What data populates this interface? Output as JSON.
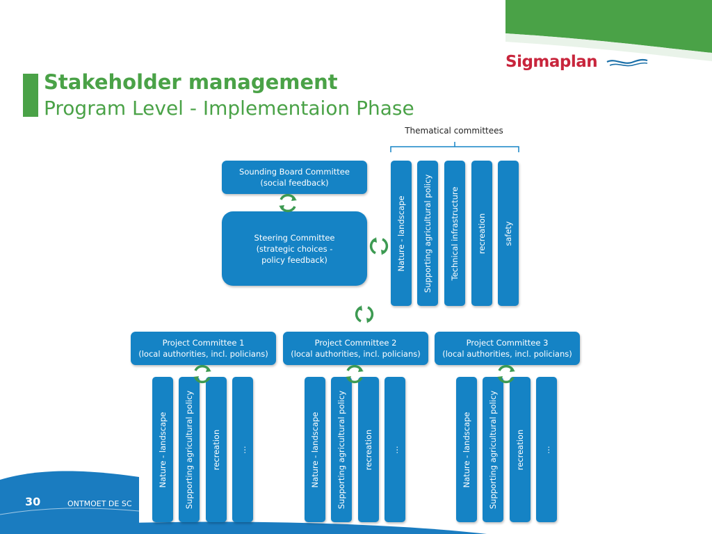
{
  "slide": {
    "title": "Stakeholder management",
    "subtitle": "Program Level - Implementaion Phase",
    "logo_text": "Sigmaplan",
    "page_number": "30",
    "footer_text": "ONTMOET DE SCHELDE",
    "colors": {
      "green": "#4aa247",
      "blue": "#1583c5",
      "logo_red": "#c8253c",
      "footer_blue": "#1a7cc0"
    }
  },
  "diagram": {
    "thematic_label": "Thematical committees",
    "sounding_board": "Sounding Board Committee\n(social feedback)",
    "steering": "Steering Committee\n(strategic choices -\npolicy feedback)",
    "thematic_columns": [
      "Nature - landscape",
      "Supporting agricultural policy",
      "Technical infrastructure",
      "recreation",
      "safety"
    ],
    "projects": [
      {
        "title": "Project Committee 1",
        "sub": "(local authorities, incl. policians)",
        "columns": [
          "Nature - landscape",
          "Supporting agricultural policy",
          "recreation",
          "…"
        ]
      },
      {
        "title": "Project Committee 2",
        "sub": "(local authorities, incl. policians)",
        "columns": [
          "Nature - landscape",
          "Supporting agricultural policy",
          "recreation",
          "…"
        ]
      },
      {
        "title": "Project Committee 3",
        "sub": "(local authorities, incl. policians)",
        "columns": [
          "Nature - landscape",
          "Supporting agricultural policy",
          "recreation",
          "…"
        ]
      }
    ],
    "cycle_icon": "circular-arrows-icon"
  }
}
